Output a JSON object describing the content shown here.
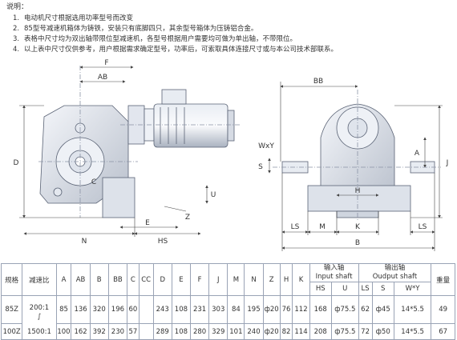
{
  "notes": {
    "title": "说明：",
    "items": [
      {
        "num": "1.",
        "text": "电动机尺寸根据选用功率型号而改变"
      },
      {
        "num": "2.",
        "text": "85型号减速机箱体为铸铁，安装只有底脚四只，其余型号箱体为压铸铝合金。"
      },
      {
        "num": "3.",
        "text": "表格中尺寸均为双出轴带限位型减速机，各型号根据用户需要均可做为单出轴，不带限位。"
      },
      {
        "num": "4.",
        "text": "以上表中尺寸仅供参考，用户根据需求确定型号，功率后，可索取具体连接尺寸或与本公司技术部联系。"
      }
    ]
  },
  "drawing": {
    "labels": {
      "F": "F",
      "AB": "AB",
      "D": "D",
      "C": "C",
      "U": "U",
      "Z": "Z",
      "E": "E",
      "N": "N",
      "HS": "HS",
      "BB": "BB",
      "WxY": "WxY",
      "S": "S",
      "A": "A",
      "J": "J",
      "H": "H",
      "LS": "LS",
      "M": "M",
      "K": "K",
      "B": "B"
    }
  },
  "table": {
    "h_spec": "规格",
    "h_ratio": "减速比",
    "h_A": "A",
    "h_AB": "AB",
    "h_B": "B",
    "h_BB": "BB",
    "h_C": "C",
    "h_CC": "CC",
    "h_D": "D",
    "h_E": "E",
    "h_F": "F",
    "h_J": "J",
    "h_M": "M",
    "h_N": "N",
    "h_Z": "Z",
    "h_H": "H",
    "h_K": "K",
    "h_in_cn": "输入轴",
    "h_in_en": "Input shaft",
    "h_out_cn": "输出轴",
    "h_out_en": "Oudput shaft",
    "h_weight": "重量",
    "h_HS": "HS",
    "h_U": "U",
    "h_LS": "LS",
    "h_S": "S",
    "h_WY": "W*Y",
    "rows": [
      {
        "spec": "85Z",
        "ratio_top": "200:1",
        "ratio_mid": "∫",
        "A": "85",
        "AB": "136",
        "B": "320",
        "BB": "196",
        "C": "60",
        "CC": "",
        "D": "243",
        "E": "108",
        "F": "231",
        "J": "303",
        "M": "84",
        "N": "195",
        "Z": "ф20",
        "H": "76",
        "K": "112",
        "HS": "168",
        "U": "ф75.5",
        "LS": "62",
        "S": "ф45",
        "WY": "14*5.5",
        "weight": "49"
      },
      {
        "spec": "100Z",
        "ratio_top": "1500:1",
        "ratio_mid": "",
        "A": "100",
        "AB": "162",
        "B": "392",
        "BB": "230",
        "C": "57",
        "CC": "",
        "D": "289",
        "E": "108",
        "F": "280",
        "J": "329",
        "M": "101",
        "N": "240",
        "Z": "ф20",
        "H": "82",
        "K": "114",
        "HS": "208",
        "U": "ф75.5",
        "LS": "72",
        "S": "ф50",
        "WY": "14*5.5",
        "weight": "67"
      }
    ]
  }
}
